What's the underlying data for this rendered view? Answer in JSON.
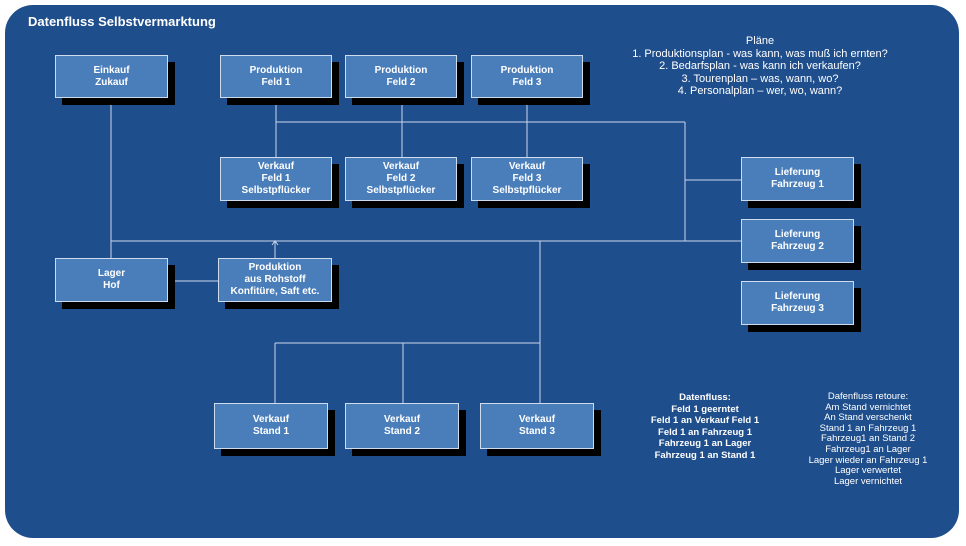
{
  "title": "Datenfluss Selbstvermarktung",
  "colors": {
    "background": "#1f4e8c",
    "box_fill": "#4a7ebb",
    "box_shadow": "#000000",
    "line": "#c8d6ea",
    "text": "#ffffff"
  },
  "nodes": {
    "einkauf": [
      "Einkauf",
      "Zukauf"
    ],
    "produktion_feld1": [
      "Produktion",
      "Feld 1"
    ],
    "produktion_feld2": [
      "Produktion",
      "Feld 2"
    ],
    "produktion_feld3": [
      "Produktion",
      "Feld 3"
    ],
    "verkauf_feld1": [
      "Verkauf",
      "Feld 1",
      "Selbstpflücker"
    ],
    "verkauf_feld2": [
      "Verkauf",
      "Feld 2",
      "Selbstpflücker"
    ],
    "verkauf_feld3": [
      "Verkauf",
      "Feld 3",
      "Selbstpflücker"
    ],
    "lager": [
      "Lager",
      "Hof"
    ],
    "produktion_rohstoff": [
      "Produktion",
      "aus Rohstoff",
      "Konfitüre, Saft etc."
    ],
    "lieferung1": [
      "Lieferung",
      "Fahrzeug 1"
    ],
    "lieferung2": [
      "Lieferung",
      "Fahrzeug 2"
    ],
    "lieferung3": [
      "Lieferung",
      "Fahrzeug 3"
    ],
    "verkauf_stand1": [
      "Verkauf",
      "Stand 1"
    ],
    "verkauf_stand2": [
      "Verkauf",
      "Stand 2"
    ],
    "verkauf_stand3": [
      "Verkauf",
      "Stand 3"
    ]
  },
  "plans": [
    "Pläne",
    "1. Produktionsplan - was kann, was muß ich ernten?",
    "2. Bedarfsplan - was kann ich verkaufen?",
    "3. Tourenplan – was, wann, wo?",
    "4. Personalplan – wer, wo, wann?"
  ],
  "datenfluss": [
    "Datenfluss:",
    "Feld 1 geerntet",
    "Feld 1 an Verkauf Feld 1",
    "Feld 1 an Fahrzeug 1",
    "Fahrzeug 1 an Lager",
    "Fahrzeug 1 an Stand 1"
  ],
  "retoure": [
    "Dafenfluss retoure:",
    "Am Stand vernichtet",
    "An Stand verschenkt",
    "Stand 1 an Fahrzeug 1",
    "Fahrzeug1 an Stand 2",
    "Fahrzeug1 an Lager",
    "Lager wieder an Fahrzeug 1",
    "Lager verwertet",
    "Lager vernichtet"
  ]
}
